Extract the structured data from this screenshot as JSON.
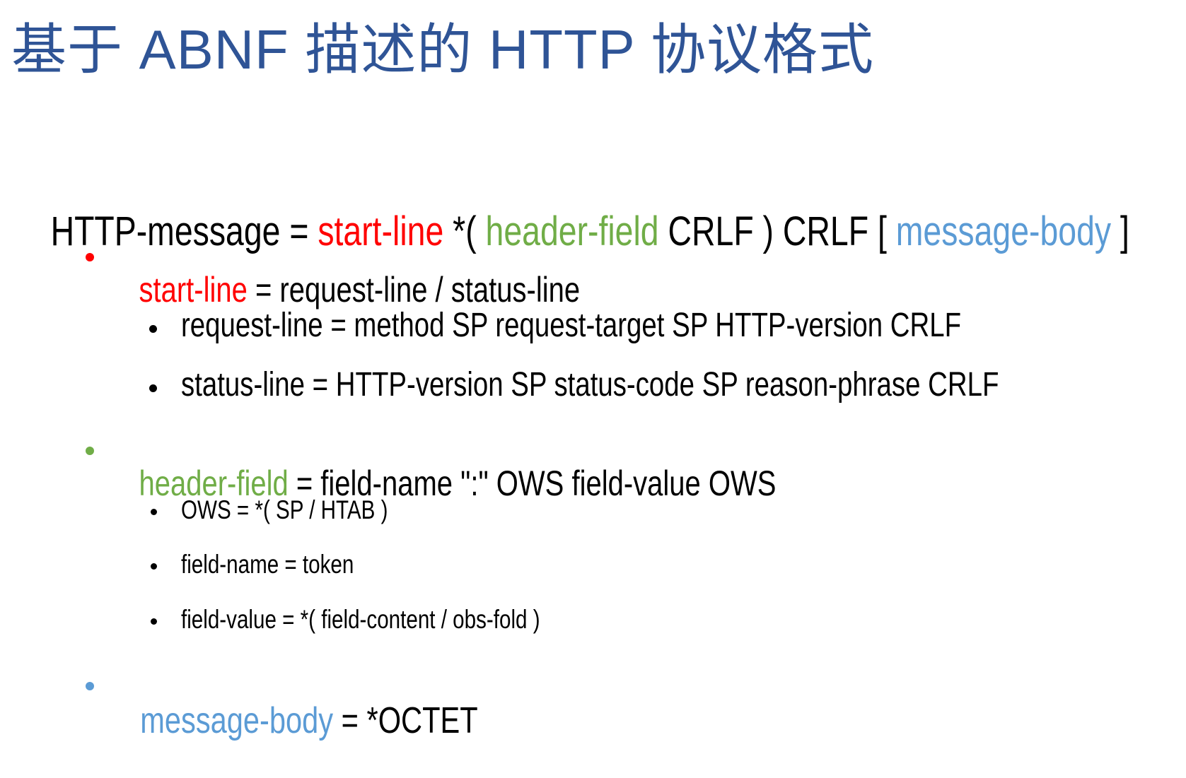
{
  "slide": {
    "title": "基于 ABNF 描述的 HTTP 协议格式"
  },
  "colors": {
    "title_blue": "#2F5496",
    "start_line_red": "#FF0000",
    "header_field_green": "#70AD47",
    "message_body_blue": "#5B9BD5",
    "body_text": "#000000",
    "background": "#FFFFFF"
  },
  "icons": {
    "list_bullet": "filled-circle"
  },
  "http_message_rule": {
    "pre": "HTTP-message = ",
    "start_line": "start-line",
    "mid1": " *( ",
    "header_field": "header-field",
    "mid2": " CRLF ) CRLF [ ",
    "message_body": "message-body",
    "post": " ]"
  },
  "rules": {
    "start_line": {
      "term": "start-line",
      "definition": " = request-line / status-line"
    },
    "request_line": "request-line = method SP request-target SP HTTP-version CRLF",
    "status_line": "status-line = HTTP-version SP status-code SP reason-phrase CRLF",
    "header_field": {
      "term": "header-field",
      "definition": " = field-name \":\" OWS field-value OWS"
    },
    "ows": "OWS = *( SP / HTAB )",
    "field_name": "field-name = token",
    "field_value": "field-value = *( field-content / obs-fold )",
    "message_body": {
      "term": "message-body",
      "definition": " = *OCTET"
    }
  }
}
